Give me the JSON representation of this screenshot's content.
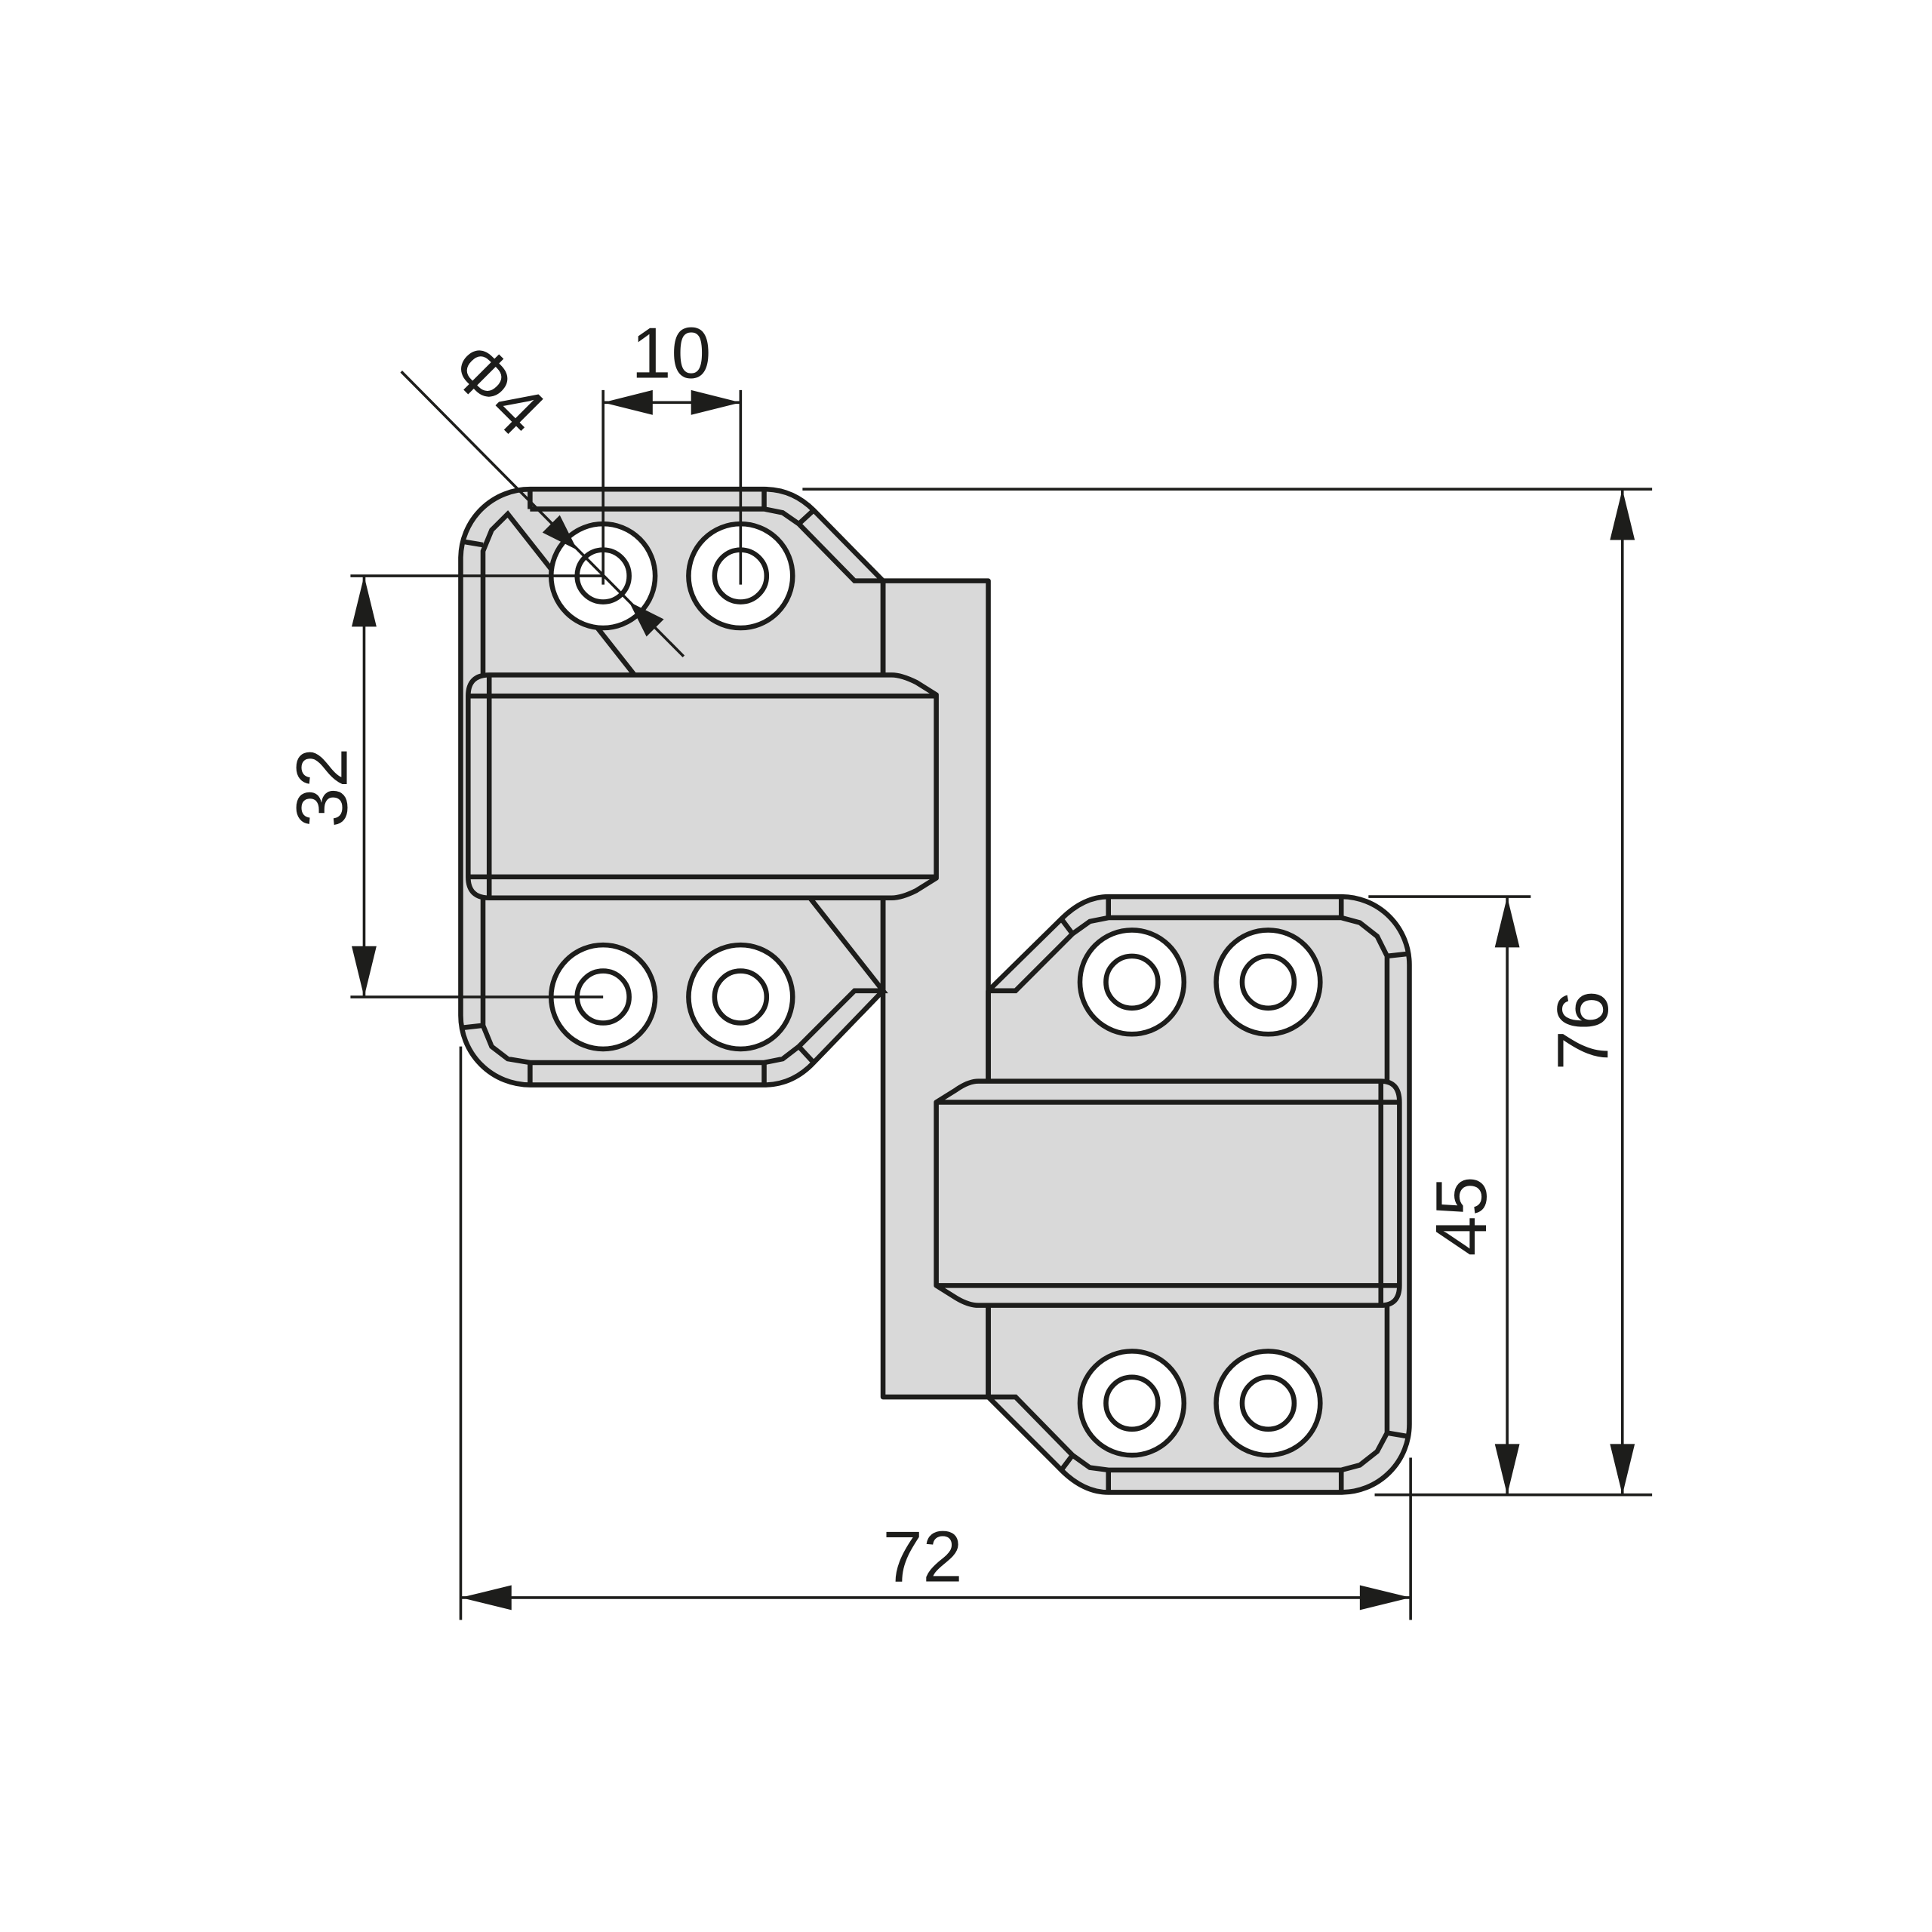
{
  "drawing": {
    "subject": "hinge",
    "dimensions": {
      "hole_diameter": "Φ4",
      "hole_spacing": "10",
      "left_hole_pitch": "32",
      "total_height": "76",
      "right_plate_height": "45",
      "total_width": "72"
    },
    "colors": {
      "fill": "#d9d9d9",
      "line": "#1d1d1b"
    }
  }
}
